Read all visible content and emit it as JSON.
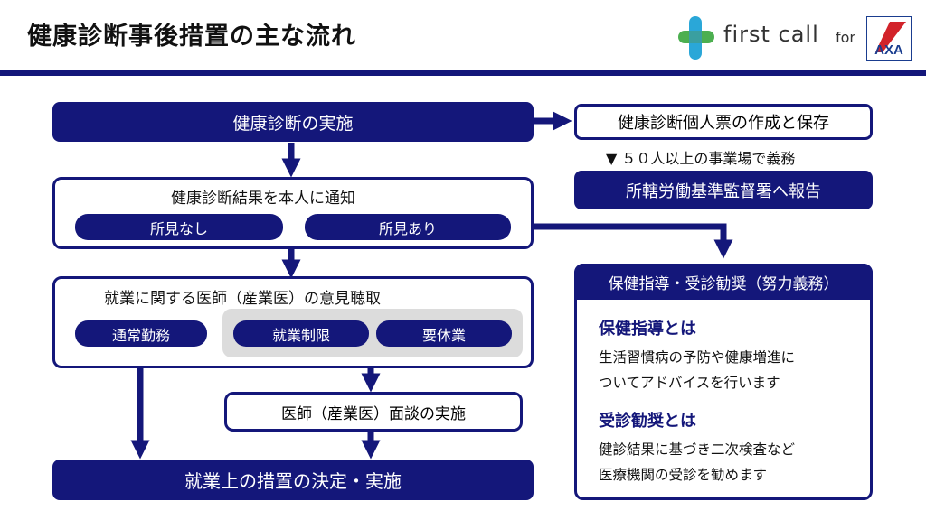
{
  "header": {
    "title": "健康診断事後措置の主な流れ"
  },
  "logo": {
    "brand": "first call",
    "for": "for",
    "axa": "AXA"
  },
  "flow": {
    "step1": "健康診断の実施",
    "step2": "健康診断結果を本人に通知",
    "step2_opt_none": "所見なし",
    "step2_opt_found": "所見あり",
    "step3": "就業に関する医師（産業医）の意見聴取",
    "step3_opt_normal": "通常勤務",
    "step3_opt_limit": "就業制限",
    "step3_opt_rest": "要休業",
    "step4": "医師（産業医）面談の実施",
    "step5": "就業上の措置の決定・実施"
  },
  "side": {
    "record": "健康診断個人票の作成と保存",
    "note": "▼ ５０人以上の事業場で義務",
    "report": "所轄労働基準監督署へ報告",
    "guidance_header": "保健指導・受診勧奨（努力義務）",
    "guidance_title": "保健指導とは",
    "guidance_line1": "生活習慣病の予防や健康増進に",
    "guidance_line2": "ついてアドバイスを行います",
    "recommend_title": "受診勧奨とは",
    "recommend_line1": "健診結果に基づき二次検査など",
    "recommend_line2": "医療機関の受診を勧めます"
  },
  "colors": {
    "navy": "#14177a",
    "grey": "#dcdcdc",
    "logo_green": "#4caf50",
    "logo_blue": "#2aa7d8",
    "axa_red": "#d2232a"
  }
}
